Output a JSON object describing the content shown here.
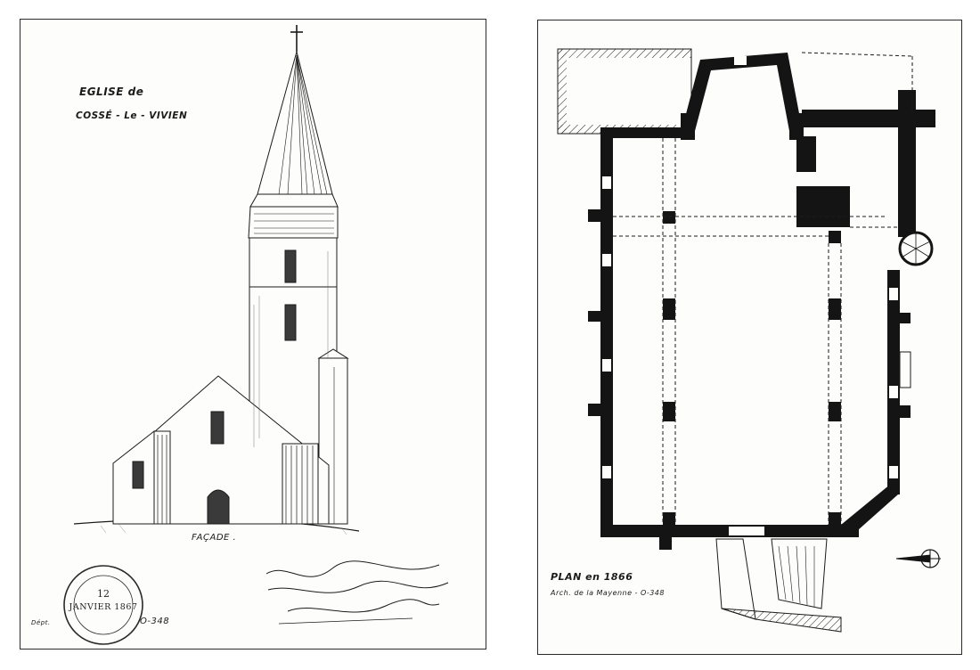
{
  "left_sheet": {
    "title_line1": "EGLISE de",
    "title_line2": "COSSÉ - Le - VIVIEN",
    "caption": "FAÇADE .",
    "reference": "O-348",
    "department_label": "Dépt.",
    "stamp": {
      "day": "12",
      "date": "JANVIER 1867"
    }
  },
  "right_sheet": {
    "title": "PLAN en 1866",
    "subtitle": "Arch. de la Mayenne - O-348"
  },
  "colors": {
    "ink": "#1b1b1b",
    "paper": "#fdfdfc",
    "wall_fill": "#141414"
  }
}
